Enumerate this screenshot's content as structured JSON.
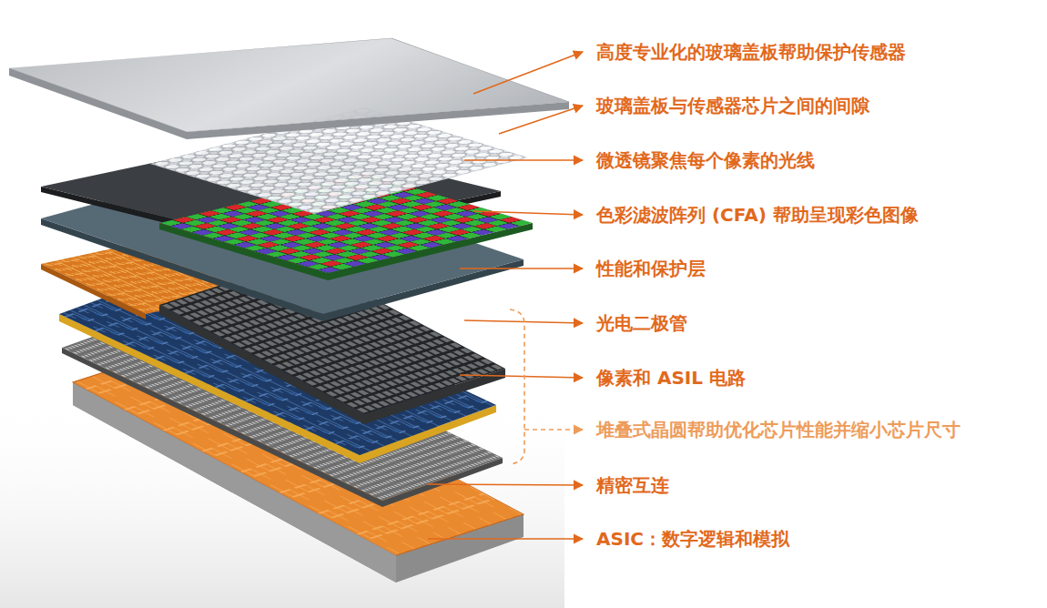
{
  "diagram": {
    "labels": [
      "高度专业化的玻璃盖板帮助保护传感器",
      "玻璃盖板与传感器芯片之间的间隙",
      "微透镜聚焦每个像素的光线",
      "色彩滤波阵列 (CFA) 帮助呈现彩色图像",
      "性能和保护层",
      "光电二极管",
      "像素和 ASIL 电路",
      "堆叠式晶圆帮助优化芯片性能并缩小芯片尺寸",
      "精密互连",
      "ASIC：数字逻辑和模拟"
    ]
  }
}
